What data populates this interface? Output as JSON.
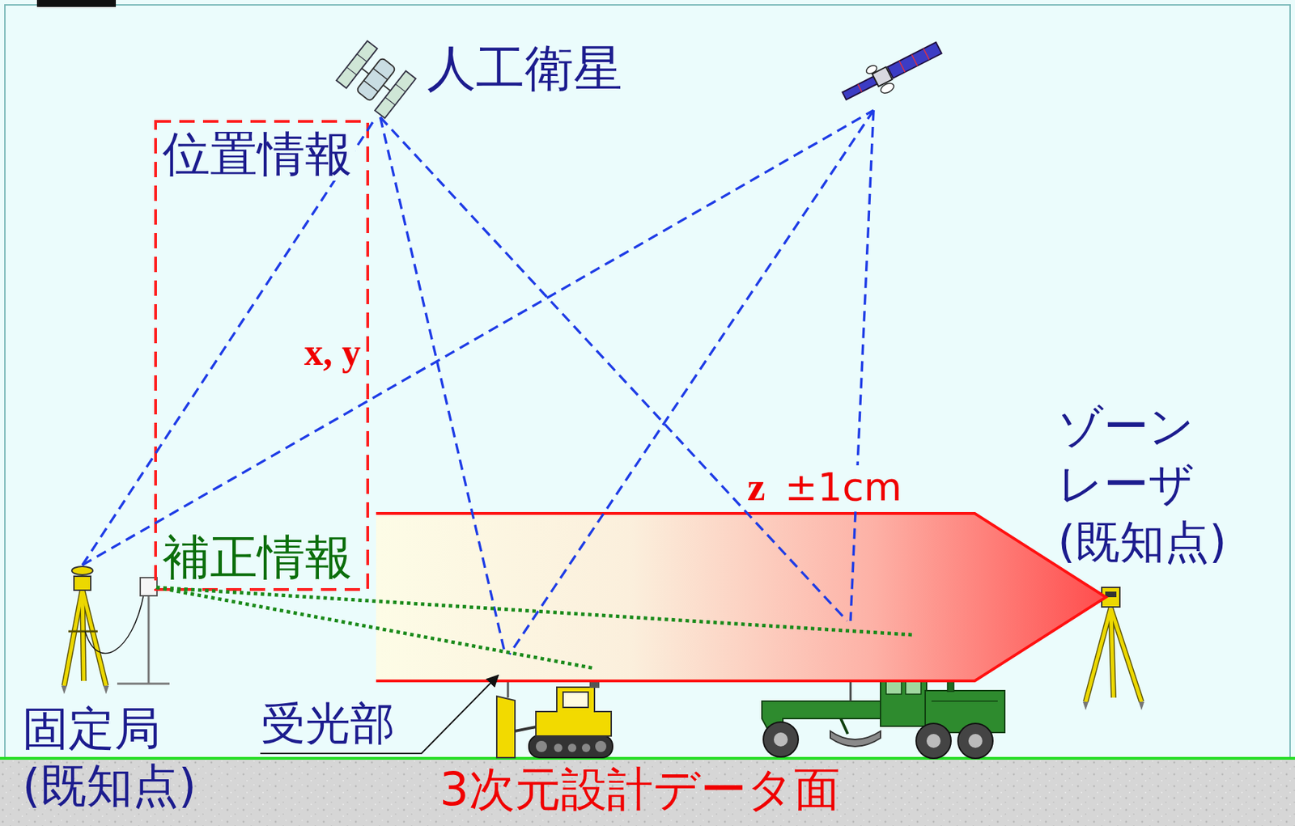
{
  "diagram": {
    "nodes": [
      {
        "text": [
          "位置情報",
          "x, y",
          "補正情報"
        ]
      },
      {
        "text": [
          "z",
          "±1cm"
        ]
      }
    ],
    "labels": [
      "人工衛星",
      "ゾーン レーザ (既知点)",
      "受光部",
      "固定局 (既知点)",
      "3次元設計データ面"
    ]
  }
}
